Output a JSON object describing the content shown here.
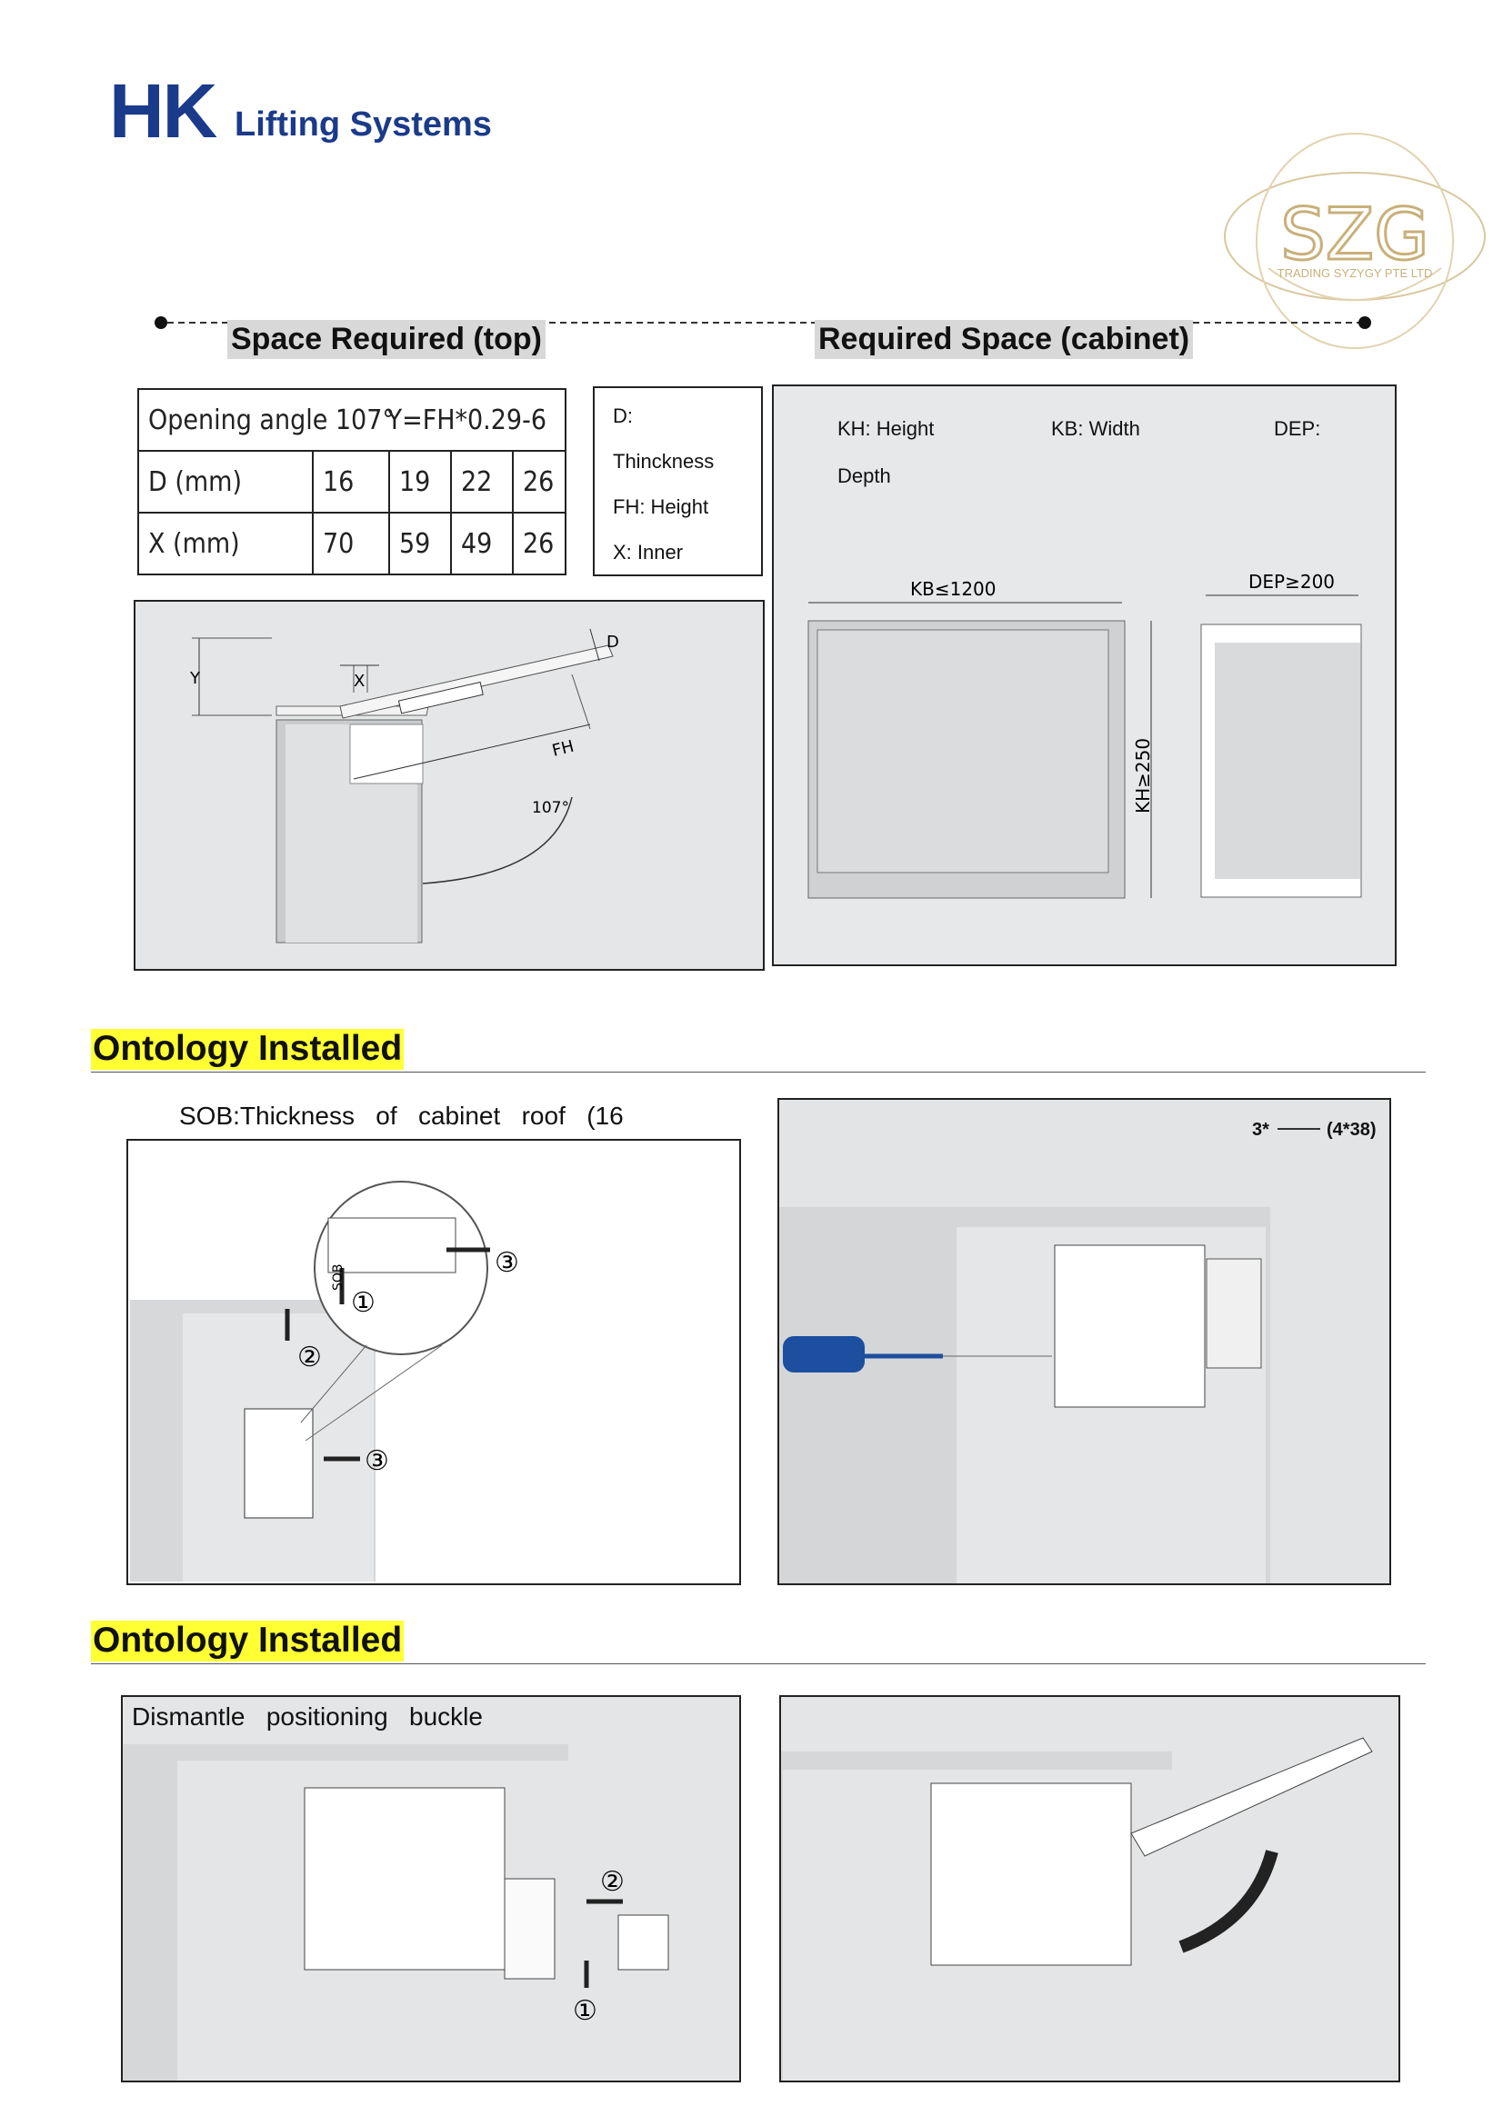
{
  "brand": {
    "logo_main": "HK",
    "logo_sub": "Lifting Systems"
  },
  "watermark": {
    "letters": "SZG",
    "caption": "TRADING SYZYGY PTE LTD",
    "color": "#c8b07a"
  },
  "section1": {
    "left_title": "Space Required (top)",
    "right_title": "Required Space (cabinet)"
  },
  "spec_table": {
    "header_left": "Opening angle 107°",
    "header_right": "Y=FH*0.29-6",
    "rows": [
      {
        "label": "D (mm)",
        "values": [
          "16",
          "19",
          "22",
          "26"
        ]
      },
      {
        "label": "X (mm)",
        "values": [
          "70",
          "59",
          "49",
          "26"
        ]
      }
    ]
  },
  "legend_box": {
    "items": [
      "D:",
      "Thinckness",
      "FH:  Height",
      "X:  Inner"
    ]
  },
  "cabinet_legend": {
    "kh": "KH:  Height",
    "kb": "KB:  Width",
    "dep": "DEP:",
    "depth": "Depth"
  },
  "top_diagram": {
    "y_label": "Y",
    "x_label": "X",
    "d_label": "D",
    "fh_label": "FH",
    "angle_label": "107°"
  },
  "cabinet_diagram": {
    "kb_label": "KB≤1200",
    "kh_label": "KH≥250",
    "dep_label": "DEP≥200"
  },
  "section2": {
    "title": "Ontology Installed",
    "caption": "SOB:Thickness   of   cabinet   roof   (16",
    "sob_label": "SOB",
    "steps": [
      "①",
      "②",
      "③",
      "③"
    ],
    "screw_note": "3*",
    "screw_spec": "(4*38)"
  },
  "section3": {
    "title": "Ontology Installed",
    "caption": "Dismantle   positioning   buckle",
    "steps": [
      "②",
      "①"
    ]
  },
  "colors": {
    "brand_blue": "#1a3a8a",
    "highlight_yellow": "#ffff33",
    "panel_gray": "#dfe2e3",
    "screwdriver_blue": "#1c4fa0"
  }
}
